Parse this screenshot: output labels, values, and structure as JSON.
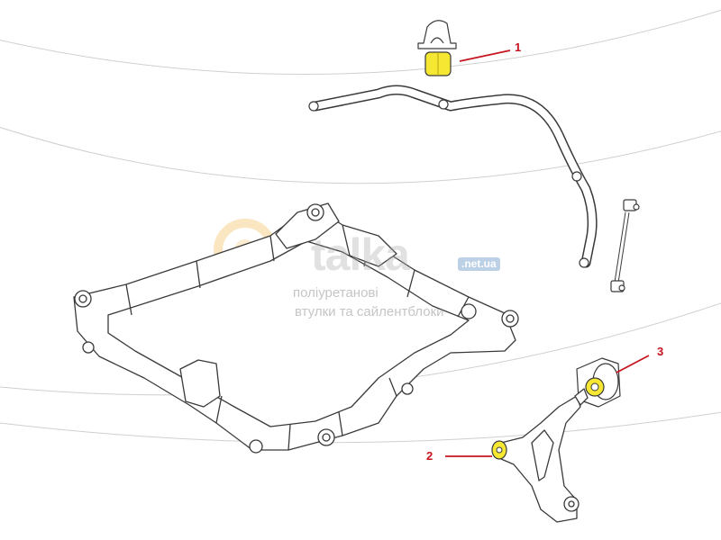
{
  "callouts": {
    "one": "1",
    "two": "2",
    "three": "3"
  },
  "watermark": {
    "brand": "talka",
    "domain": ".net.ua",
    "line1": "поліуретанові",
    "line2": "втулки та сайлентблоки"
  },
  "colors": {
    "highlight": "#f6e832",
    "callout_leader": "#c8141e",
    "outline": "#3a3a3a",
    "watermark_accent": "#f2b84b"
  }
}
